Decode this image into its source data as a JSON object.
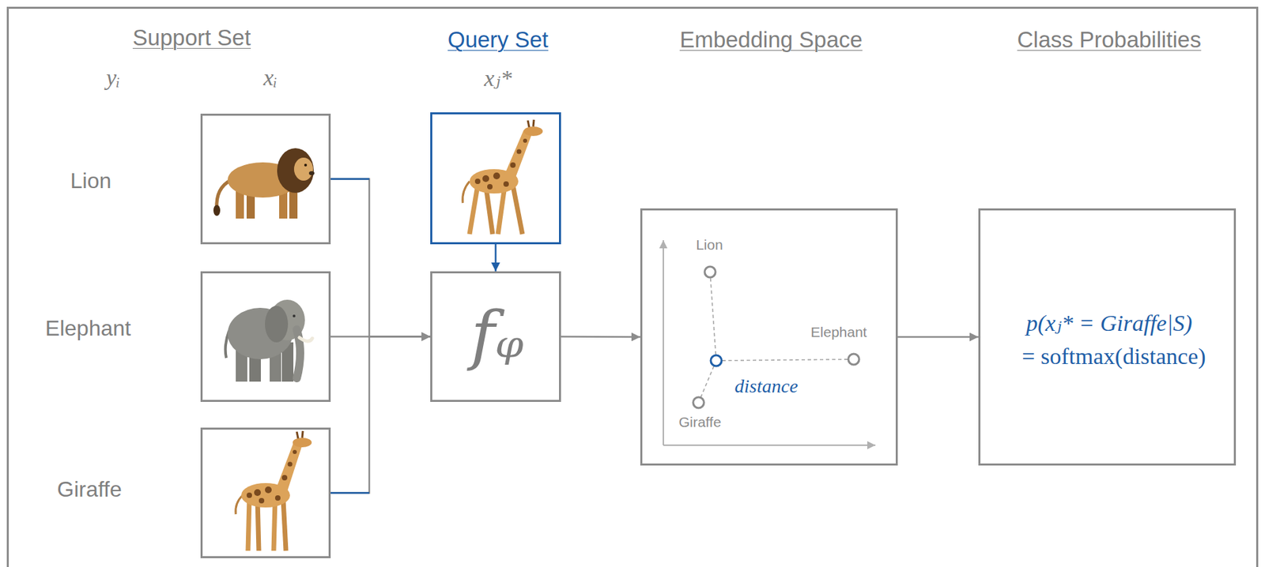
{
  "diagram": {
    "nodes": [
      {
        "text": [
          "Lion"
        ]
      },
      {
        "text": [
          "Elephant"
        ]
      },
      {
        "text": [
          "Giraffe"
        ]
      },
      {
        "text": [
          "Query Set",
          "xⱼ*"
        ]
      },
      {
        "text": [
          "fᵩ"
        ]
      },
      {
        "text": [
          "Embedding Space"
        ]
      },
      {
        "text": [
          "Class Probabilities",
          "p(xⱼ* = Giraffe|S)",
          "= softmax(distance)"
        ]
      }
    ],
    "edges": [
      {
        "from": 0,
        "to": 4,
        "arrow": "to"
      },
      {
        "from": 1,
        "to": 4,
        "arrow": "to"
      },
      {
        "from": 2,
        "to": 4,
        "arrow": "to"
      },
      {
        "from": 3,
        "to": 4,
        "arrow": "to"
      },
      {
        "from": 4,
        "to": 5,
        "arrow": "to"
      },
      {
        "from": 5,
        "to": 6,
        "arrow": "to"
      }
    ],
    "labels": [
      "Support Set",
      "yᵢ",
      "xᵢ",
      "Lion",
      "Elephant",
      "Giraffe",
      "distance"
    ]
  }
}
